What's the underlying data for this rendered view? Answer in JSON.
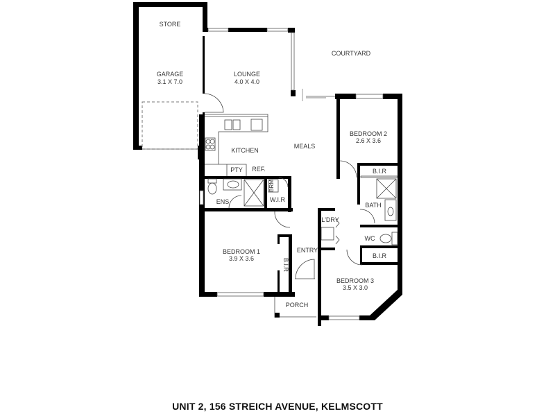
{
  "title": "UNIT 2, 156 STREICH AVENUE, KELMSCOTT",
  "rooms": {
    "store": {
      "name": "STORE"
    },
    "garage": {
      "name": "GARAGE",
      "size": "3.1 X 7.0"
    },
    "lounge": {
      "name": "LOUNGE",
      "size": "4.0 X 4.0"
    },
    "courtyard": {
      "name": "COURTYARD"
    },
    "kitchen": {
      "name": "KITCHEN"
    },
    "meals": {
      "name": "MEALS"
    },
    "pty": {
      "name": "PTY"
    },
    "ref": {
      "name": "REF."
    },
    "bedroom2": {
      "name": "BEDROOM 2",
      "size": "2.6 X 3.6"
    },
    "bir2": {
      "name": "B.I.R"
    },
    "ens": {
      "name": "ENS"
    },
    "brm": {
      "name": "BRM"
    },
    "wir": {
      "name": "W.I.R"
    },
    "bath": {
      "name": "BATH"
    },
    "ldry": {
      "name": "L'DRY"
    },
    "wc": {
      "name": "WC"
    },
    "bir3": {
      "name": "B.I.R"
    },
    "bedroom1": {
      "name": "BEDROOM 1",
      "size": "3.9 X 3.6"
    },
    "bir1": {
      "name": "B.I.R"
    },
    "entry": {
      "name": "ENTRY"
    },
    "bedroom3": {
      "name": "BEDROOM 3",
      "size": "3.5 X 3.0"
    },
    "porch": {
      "name": "PORCH"
    }
  }
}
